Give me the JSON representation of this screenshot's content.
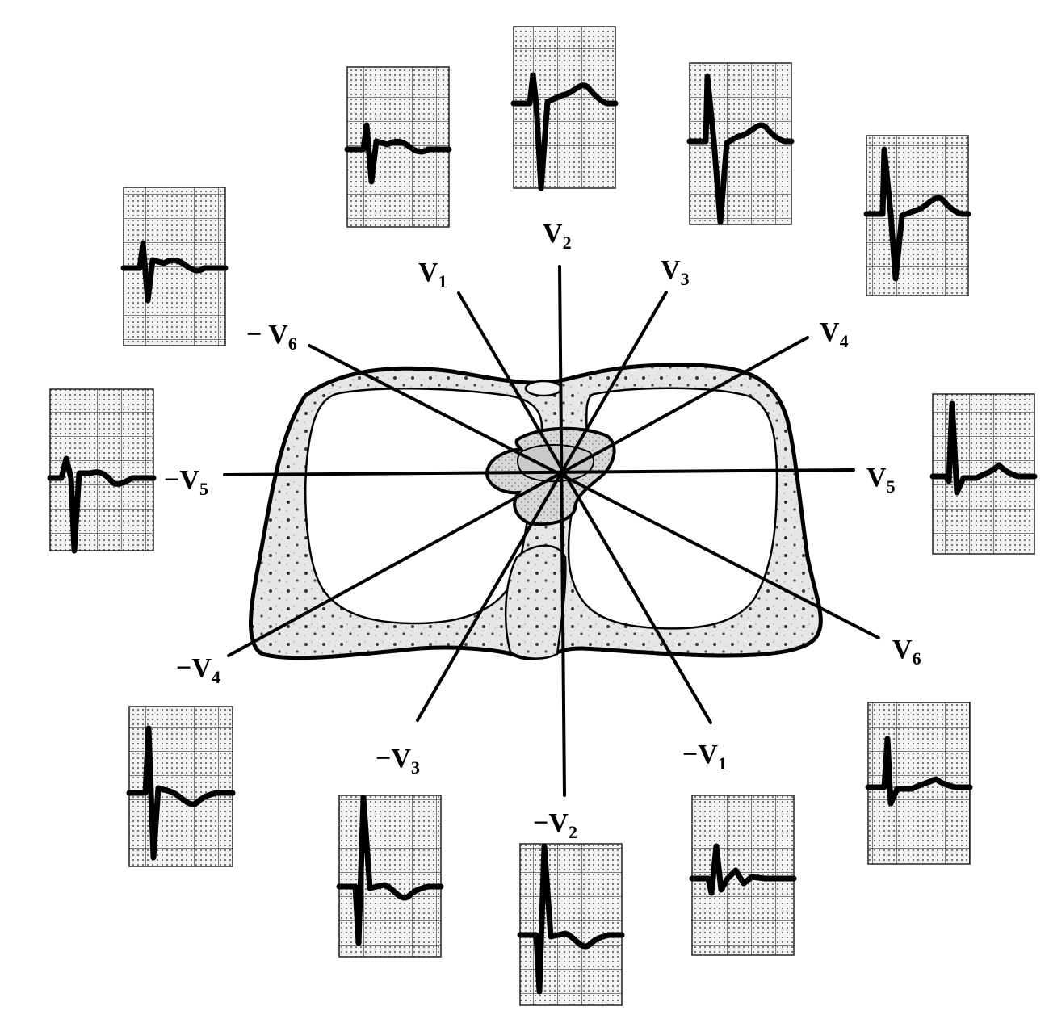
{
  "leads": [
    {
      "id": "V1",
      "label": "V",
      "sub": "1",
      "sign": ""
    },
    {
      "id": "V2",
      "label": "V",
      "sub": "2",
      "sign": ""
    },
    {
      "id": "V3",
      "label": "V",
      "sub": "3",
      "sign": ""
    },
    {
      "id": "V4",
      "label": "V",
      "sub": "4",
      "sign": ""
    },
    {
      "id": "V5",
      "label": "V",
      "sub": "5",
      "sign": ""
    },
    {
      "id": "V6",
      "label": "V",
      "sub": "6",
      "sign": ""
    },
    {
      "id": "nV1",
      "label": "V",
      "sub": "1",
      "sign": "−"
    },
    {
      "id": "nV2",
      "label": "V",
      "sub": "2",
      "sign": "−"
    },
    {
      "id": "nV3",
      "label": "V",
      "sub": "3",
      "sign": "−"
    },
    {
      "id": "nV4",
      "label": "V",
      "sub": "4",
      "sign": "−"
    },
    {
      "id": "nV5",
      "label": "V",
      "sub": "5",
      "sign": "−"
    },
    {
      "id": "nV6",
      "label": "V",
      "sub": "6",
      "sign": "− "
    }
  ],
  "colors": {
    "ink": "#000000",
    "grid": "#9a9a9a",
    "tissue": "#e4e4e4",
    "paper": "#f4f4f4"
  }
}
